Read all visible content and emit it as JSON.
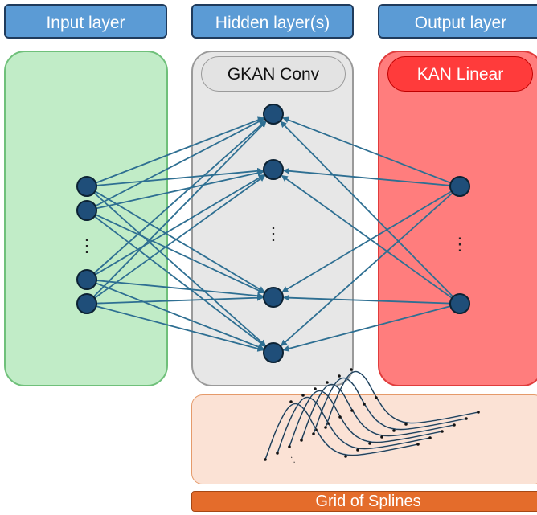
{
  "headers": {
    "input": "Input layer",
    "hidden": "Hidden layer(s)",
    "output": "Output layer"
  },
  "panels": {
    "hidden_label": "GKAN Conv",
    "output_label": "KAN Linear"
  },
  "spline_caption": "Grid of Splines",
  "ellipsis": "⋮",
  "colors": {
    "header_fill": "#5b9bd5",
    "input_panel": "#c1ecc7",
    "hidden_panel": "#e7e7e7",
    "output_panel": "#ff7d7d",
    "kan_pill": "#ff3b3b",
    "node_fill": "#1f4e79",
    "edge": "#2e6f92",
    "spline_box": "#fbe2d5",
    "grid_label": "#e46c2b"
  }
}
